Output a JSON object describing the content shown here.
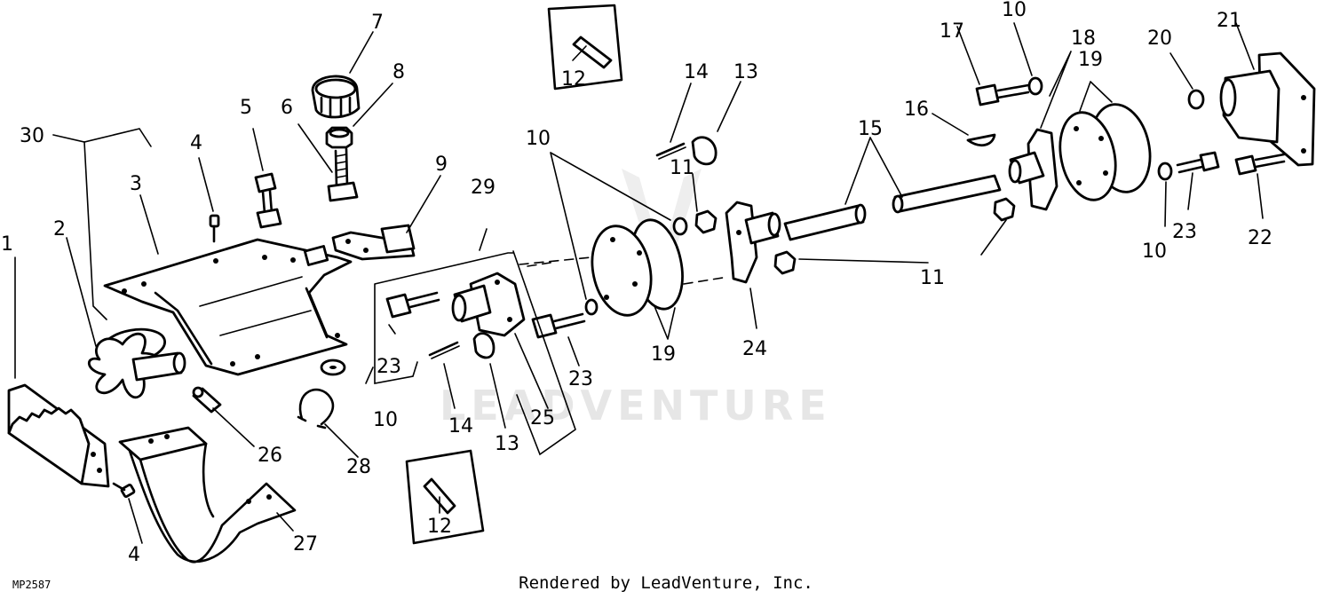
{
  "diagram": {
    "id": "MP2587",
    "watermark": "LEADVENTURE",
    "footer": "Rendered by LeadVenture, Inc.",
    "labels": [
      "1",
      "2",
      "3",
      "4",
      "5",
      "6",
      "7",
      "8",
      "9",
      "10",
      "11",
      "12",
      "13",
      "14",
      "15",
      "16",
      "17",
      "18",
      "19",
      "20",
      "21",
      "22",
      "23",
      "24",
      "25",
      "26",
      "27",
      "28",
      "29",
      "30"
    ]
  }
}
